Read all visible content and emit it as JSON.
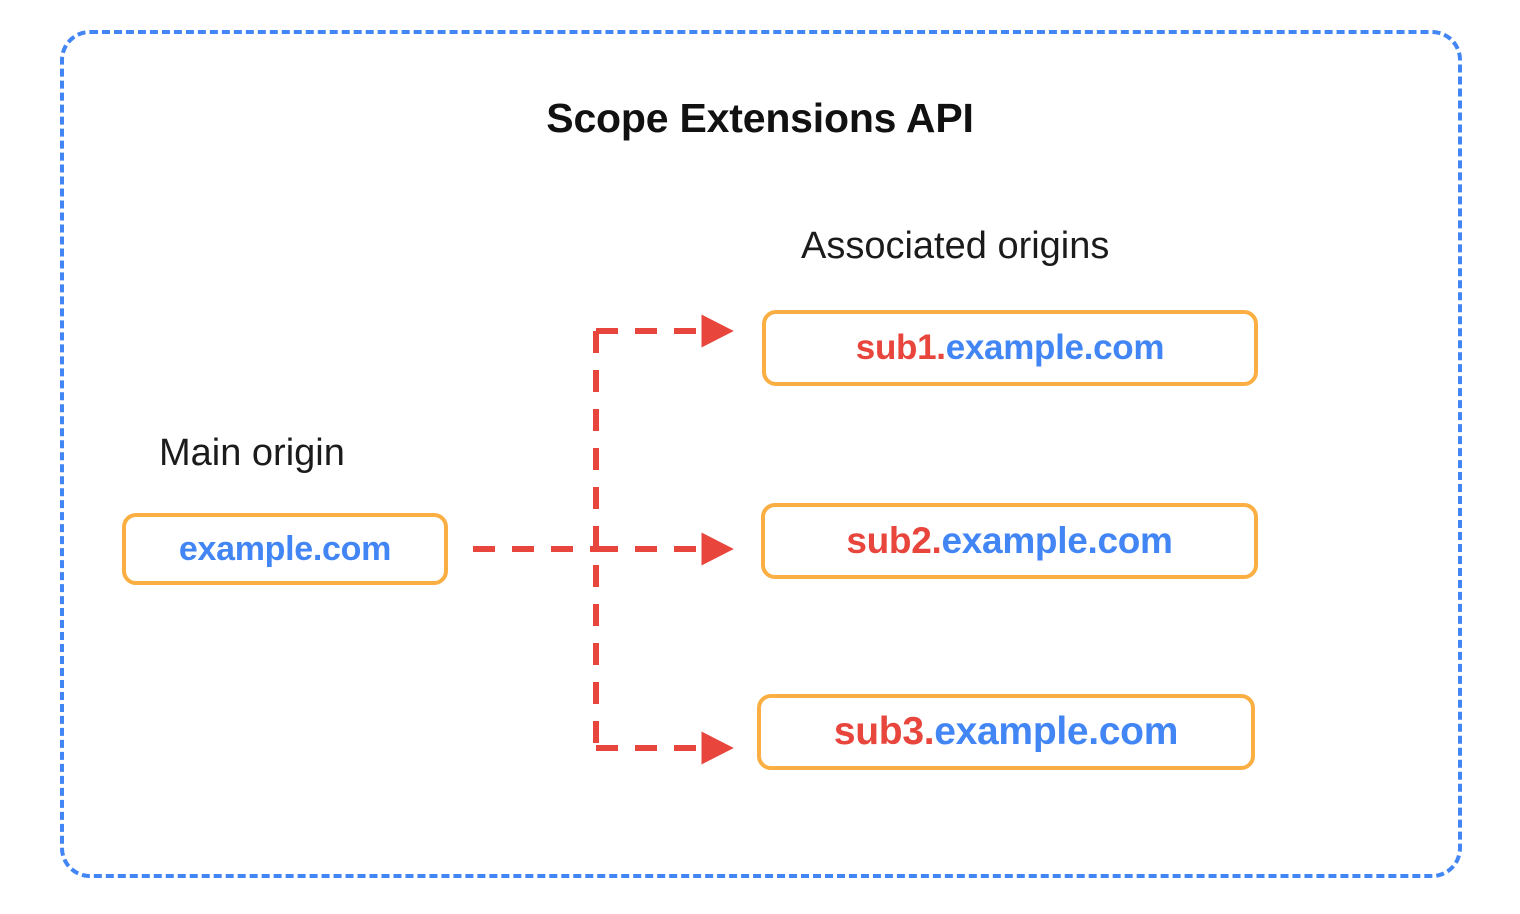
{
  "diagram": {
    "title": "Scope Extensions API",
    "frame_border_color": "#4285F4",
    "box_border_color": "#FBAE42",
    "arrow_color": "#E8453C",
    "subdomain_text_color": "#E8453C",
    "domain_text_color": "#4285F4",
    "background": "#FFFFFF"
  },
  "main_origin": {
    "label": "Main origin",
    "box": {
      "sub_part": "",
      "domain_part": "example.com",
      "full_text": "example.com"
    }
  },
  "associated_origins": {
    "label": "Associated origins",
    "boxes": [
      {
        "sub_part": "sub1.",
        "domain_part": "example.com",
        "full_text": "sub1.example.com"
      },
      {
        "sub_part": "sub2.",
        "domain_part": "example.com",
        "full_text": "sub2.example.com"
      },
      {
        "sub_part": "sub3.",
        "domain_part": "example.com",
        "full_text": "sub3.example.com"
      }
    ]
  },
  "connectors": [
    {
      "name": "main-to-branch",
      "style": "dashed",
      "color": "#E8453C"
    },
    {
      "name": "branch-to-sub1",
      "style": "dashed-arrow",
      "color": "#E8453C"
    },
    {
      "name": "branch-to-sub2",
      "style": "dashed-arrow",
      "color": "#E8453C"
    },
    {
      "name": "branch-to-sub3",
      "style": "dashed-arrow",
      "color": "#E8453C"
    }
  ]
}
